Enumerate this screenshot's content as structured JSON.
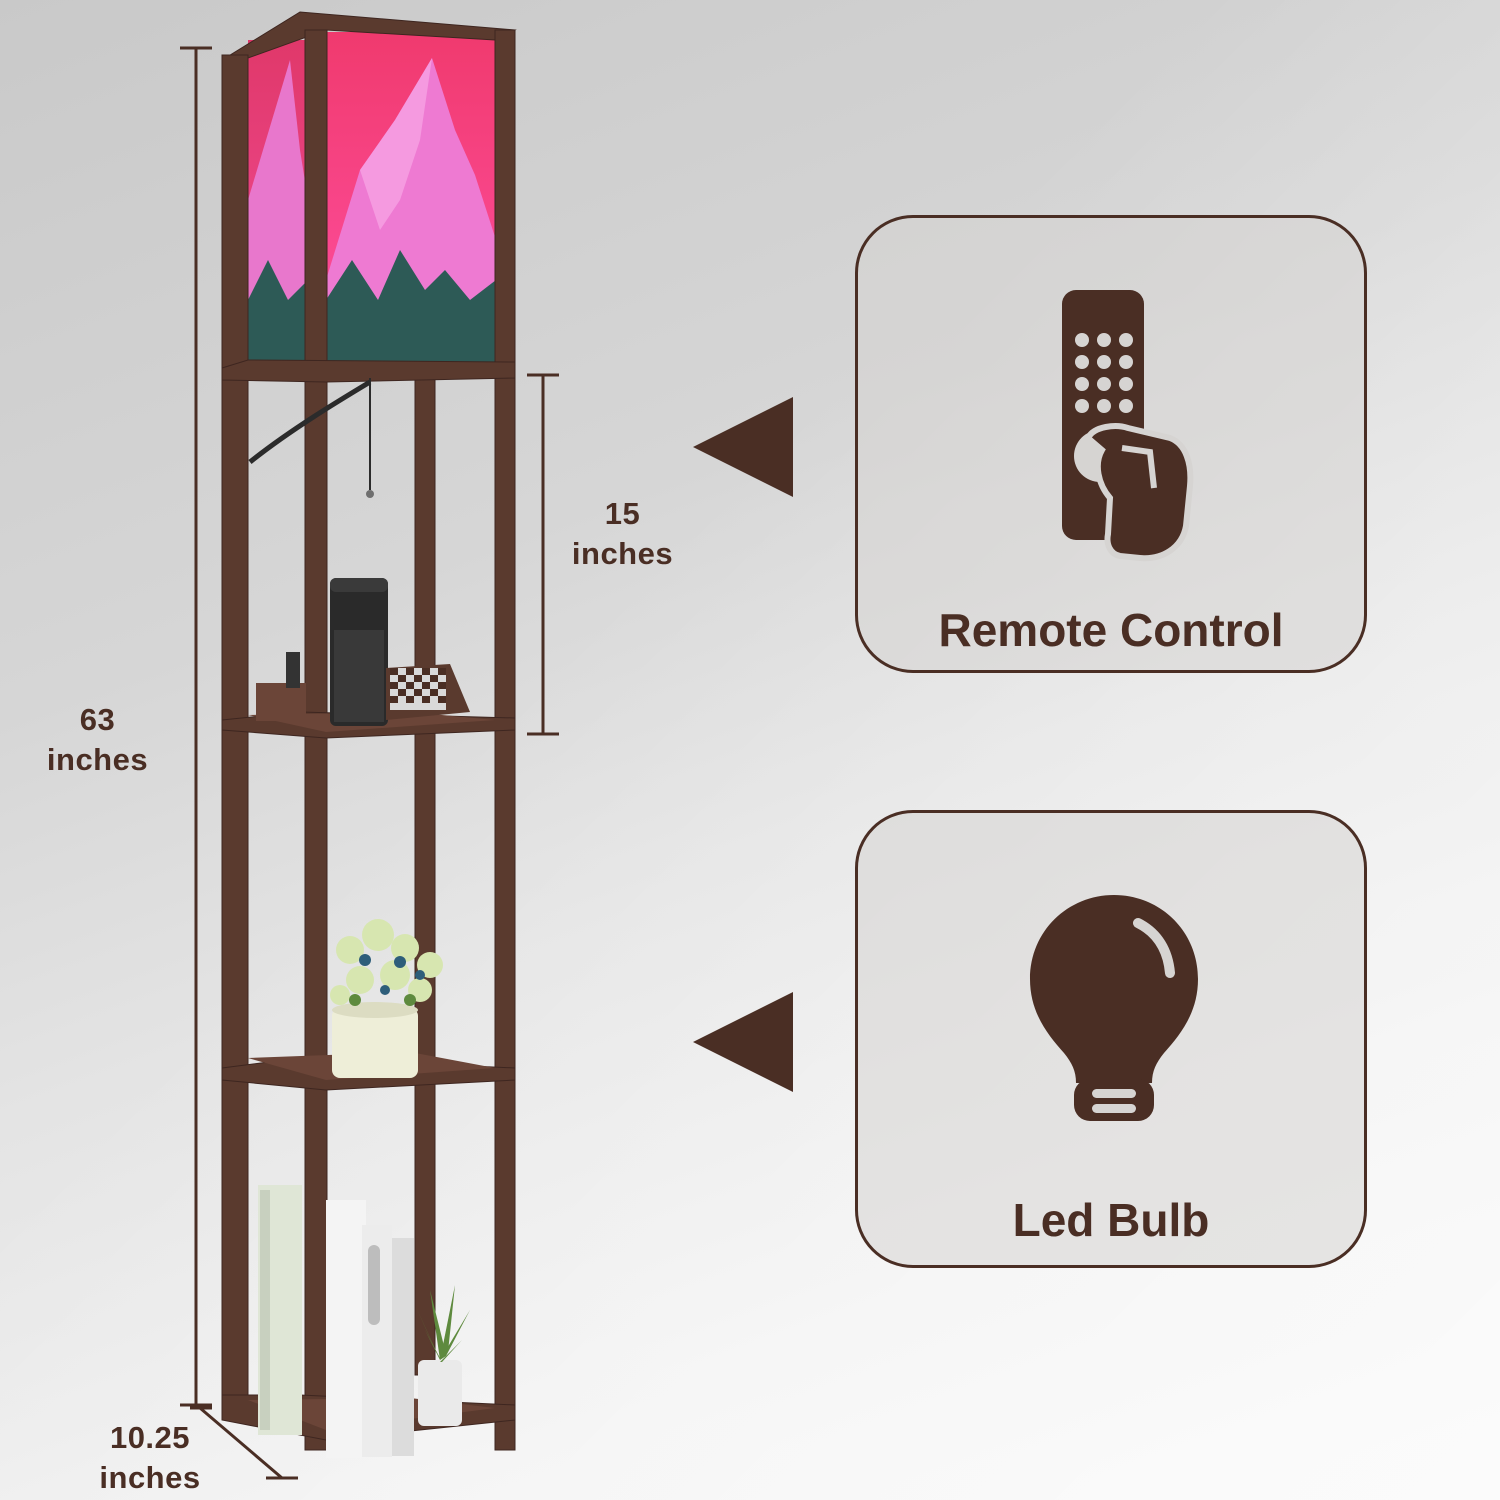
{
  "dimensions": {
    "height": {
      "value": "63",
      "unit": "inches"
    },
    "shelf_gap": {
      "value": "15",
      "unit": "inches"
    },
    "width": {
      "value": "10.25",
      "unit": "inches"
    }
  },
  "features": [
    {
      "label": "Remote Control",
      "icon": "remote-control-icon"
    },
    {
      "label": "Led Bulb",
      "icon": "led-bulb-icon"
    }
  ],
  "colors": {
    "brand_brown": "#4a2e24",
    "lamp_glow_pink": "#f0427a",
    "wood": "#5a3a2e"
  }
}
